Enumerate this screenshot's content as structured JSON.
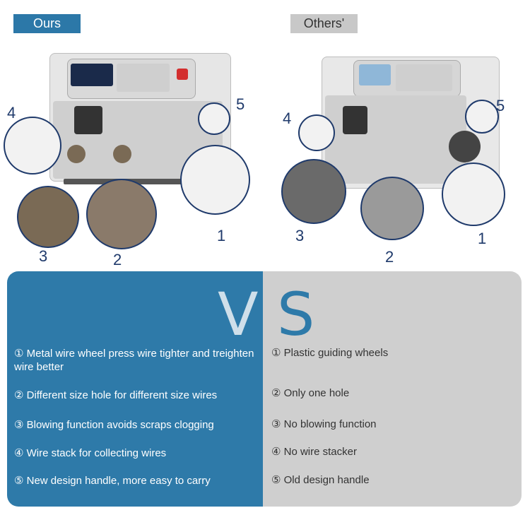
{
  "tags": {
    "ours": "Ours",
    "others": "Others'"
  },
  "vs": {
    "v": "V",
    "s": "S"
  },
  "ours": {
    "features": [
      "① Metal wire wheel press wire tighter and treighten wire better",
      "② Different size hole for different size wires",
      "③ Blowing function avoids scraps clogging",
      "④ Wire stack for collecting wires",
      "⑤ New design handle, more easy to carry"
    ]
  },
  "others": {
    "features": [
      "① Plastic guiding wheels",
      "② Only one hole",
      "③ No blowing function",
      "④ No wire stacker",
      "⑤ Old design handle"
    ]
  },
  "callouts": {
    "left": [
      "1",
      "2",
      "3",
      "4",
      "5"
    ],
    "right": [
      "1",
      "2",
      "3",
      "4",
      "5"
    ]
  },
  "colors": {
    "ours_blue": "#2e7aa9",
    "others_gray": "#cfcfcf",
    "callout_navy": "#1f3a6b"
  }
}
